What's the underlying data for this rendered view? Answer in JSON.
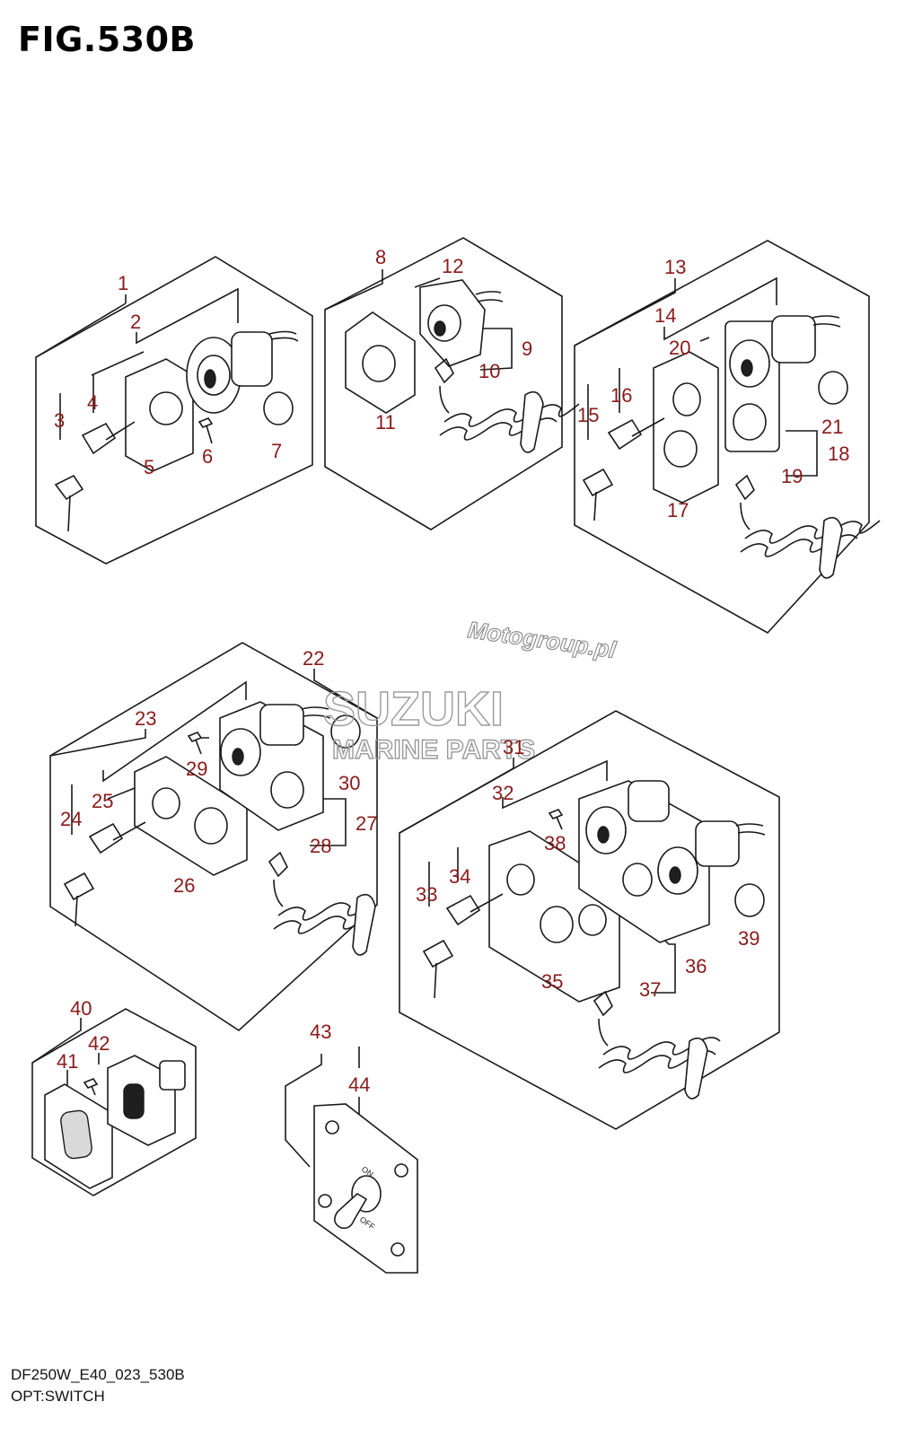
{
  "figure": {
    "title": "FIG.530B",
    "code": "DF250W_E40_023_530B",
    "name": "OPT:SWITCH"
  },
  "watermarks": {
    "motogroup": "Motogroup.pl",
    "brand": "SUZUKI",
    "sub": "MARINE PARTS"
  },
  "labels": [
    "1",
    "2",
    "3",
    "4",
    "5",
    "6",
    "7",
    "8",
    "9",
    "10",
    "11",
    "12",
    "13",
    "14",
    "15",
    "16",
    "17",
    "18",
    "19",
    "20",
    "21",
    "22",
    "23",
    "24",
    "25",
    "26",
    "27",
    "28",
    "29",
    "30",
    "31",
    "32",
    "33",
    "34",
    "35",
    "36",
    "37",
    "38",
    "39",
    "40",
    "41",
    "42",
    "43",
    "44"
  ],
  "colors": {
    "label": "#8b1a1a",
    "line": "#1a1a1a",
    "watermark": "#9a9a9a"
  }
}
